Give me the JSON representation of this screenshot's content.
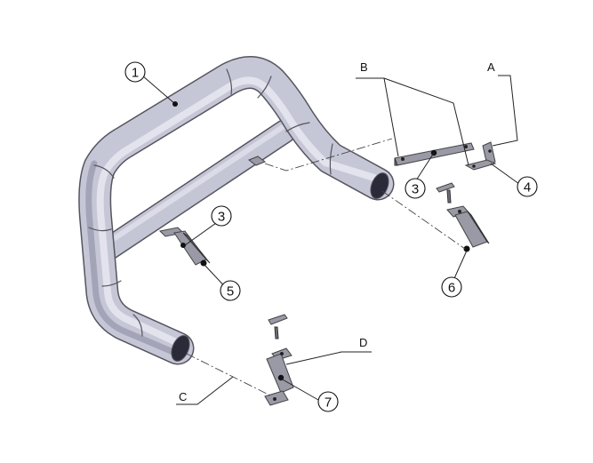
{
  "callouts": [
    {
      "id": "c1",
      "label": "1"
    },
    {
      "id": "c3a",
      "label": "3"
    },
    {
      "id": "c3b",
      "label": "3"
    },
    {
      "id": "c4",
      "label": "4"
    },
    {
      "id": "c5",
      "label": "5"
    },
    {
      "id": "c6",
      "label": "6"
    },
    {
      "id": "c7",
      "label": "7"
    }
  ],
  "letters": {
    "A": "A",
    "B": "B",
    "C": "C",
    "D": "D"
  },
  "colors": {
    "tube_fill": "#c9cad8",
    "tube_shade": "#a7a8ba",
    "part_fill": "#9a9aa6",
    "line": "#222222"
  }
}
